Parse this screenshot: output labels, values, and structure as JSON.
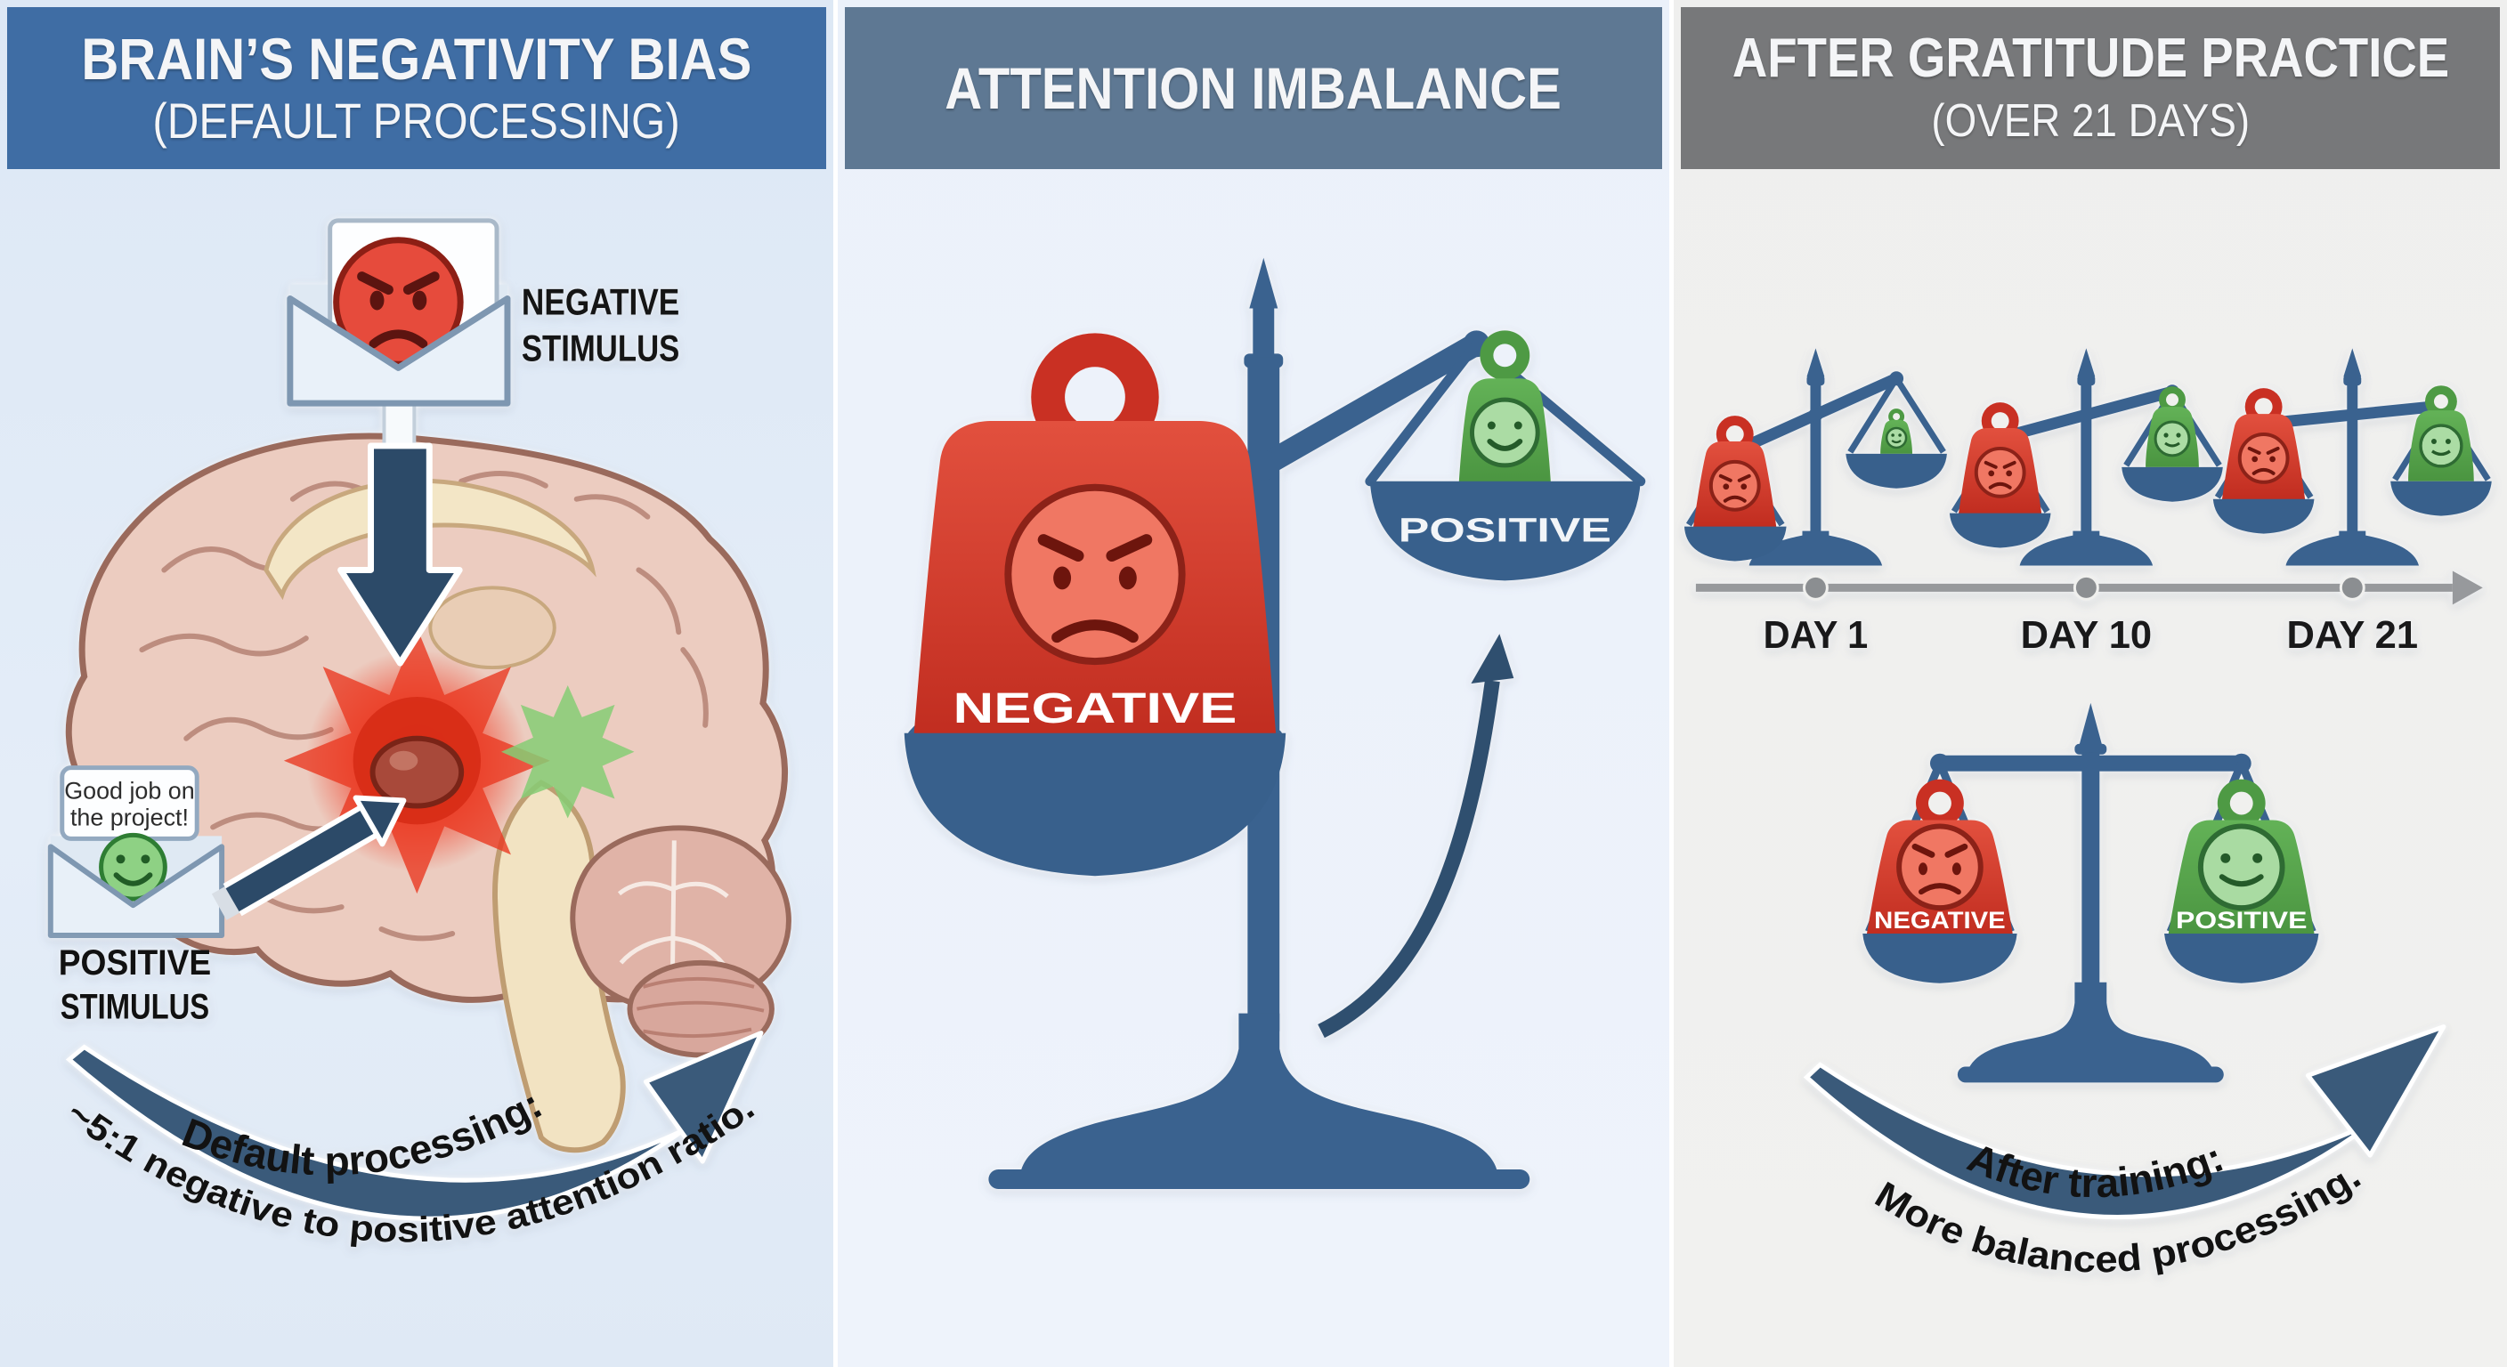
{
  "panel1": {
    "header": {
      "line1": "BRAIN’S NEGATIVITY BIAS",
      "line2": "(DEFAULT PROCESSING)"
    },
    "negative_stimulus": {
      "label_line1": "NEGATIVE",
      "label_line2": "STIMULUS"
    },
    "positive_stimulus": {
      "note_line1": "Good job on",
      "note_line2": "the project!",
      "label_line1": "POSITIVE",
      "label_line2": "STIMULUS"
    },
    "caption": {
      "line1": "Default processing:",
      "line2": "~5:1 negative to positive attention ratio."
    }
  },
  "panel2": {
    "header": {
      "line1": "ATTENTION IMBALANCE"
    },
    "scale": {
      "negative_label": "NEGATIVE",
      "positive_label": "POSITIVE"
    }
  },
  "panel3": {
    "header": {
      "line1": "AFTER GRATITUDE PRACTICE",
      "line2": "(OVER 21 DAYS)"
    },
    "timeline": {
      "day1": "DAY 1",
      "day10": "DAY 10",
      "day21": "DAY 21"
    },
    "scale": {
      "negative_label": "NEGATIVE",
      "positive_label": "POSITIVE"
    },
    "caption": {
      "line1": "After training:",
      "line2": "More balanced processing."
    }
  },
  "colors": {
    "panel1_header_bg": "#3f6da4",
    "panel2_header_bg": "#5e7893",
    "panel3_header_bg": "#77787a",
    "panel1_bg": "#e1eaf6",
    "panel2_bg": "#edf2fa",
    "panel3_bg": "#f0f0ee",
    "scale_blue": "#3a628f",
    "arrow_navy": "#2c4a68",
    "swoosh_blue": "#3a5a7a",
    "negative_red": "#cf3527",
    "positive_green": "#5aa44f",
    "timeline_gray": "#97999c",
    "label_black": "#161616"
  }
}
